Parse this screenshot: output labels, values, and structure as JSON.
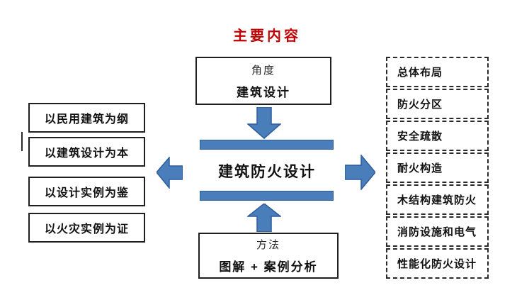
{
  "title": "主要内容",
  "top_box": {
    "line1": "角度",
    "line2": "建筑设计"
  },
  "center": {
    "label": "建筑防火设计"
  },
  "bottom_box": {
    "line1": "方法",
    "line2": "图解 + 案例分析"
  },
  "left_boxes": [
    "以民用建筑为纲",
    "以建筑设计为本",
    "以设计实例为鉴",
    "以火灾实例为证"
  ],
  "right_boxes": [
    "总体布局",
    "防火分区",
    "安全疏散",
    "耐火构造",
    "木结构建筑防火",
    "消防设施和电气",
    "性能化防火设计"
  ],
  "icons": {
    "down_arrow": "down-arrow",
    "up_arrow": "up-arrow",
    "left_arrow": "left-arrow",
    "right_arrow": "right-arrow"
  },
  "colors": {
    "title_red": "#c00000",
    "accent_blue": "#4a7ebb",
    "blue_border": "#2c5c9c",
    "box_border": "#1f1f1f",
    "background": "#ffffff"
  }
}
